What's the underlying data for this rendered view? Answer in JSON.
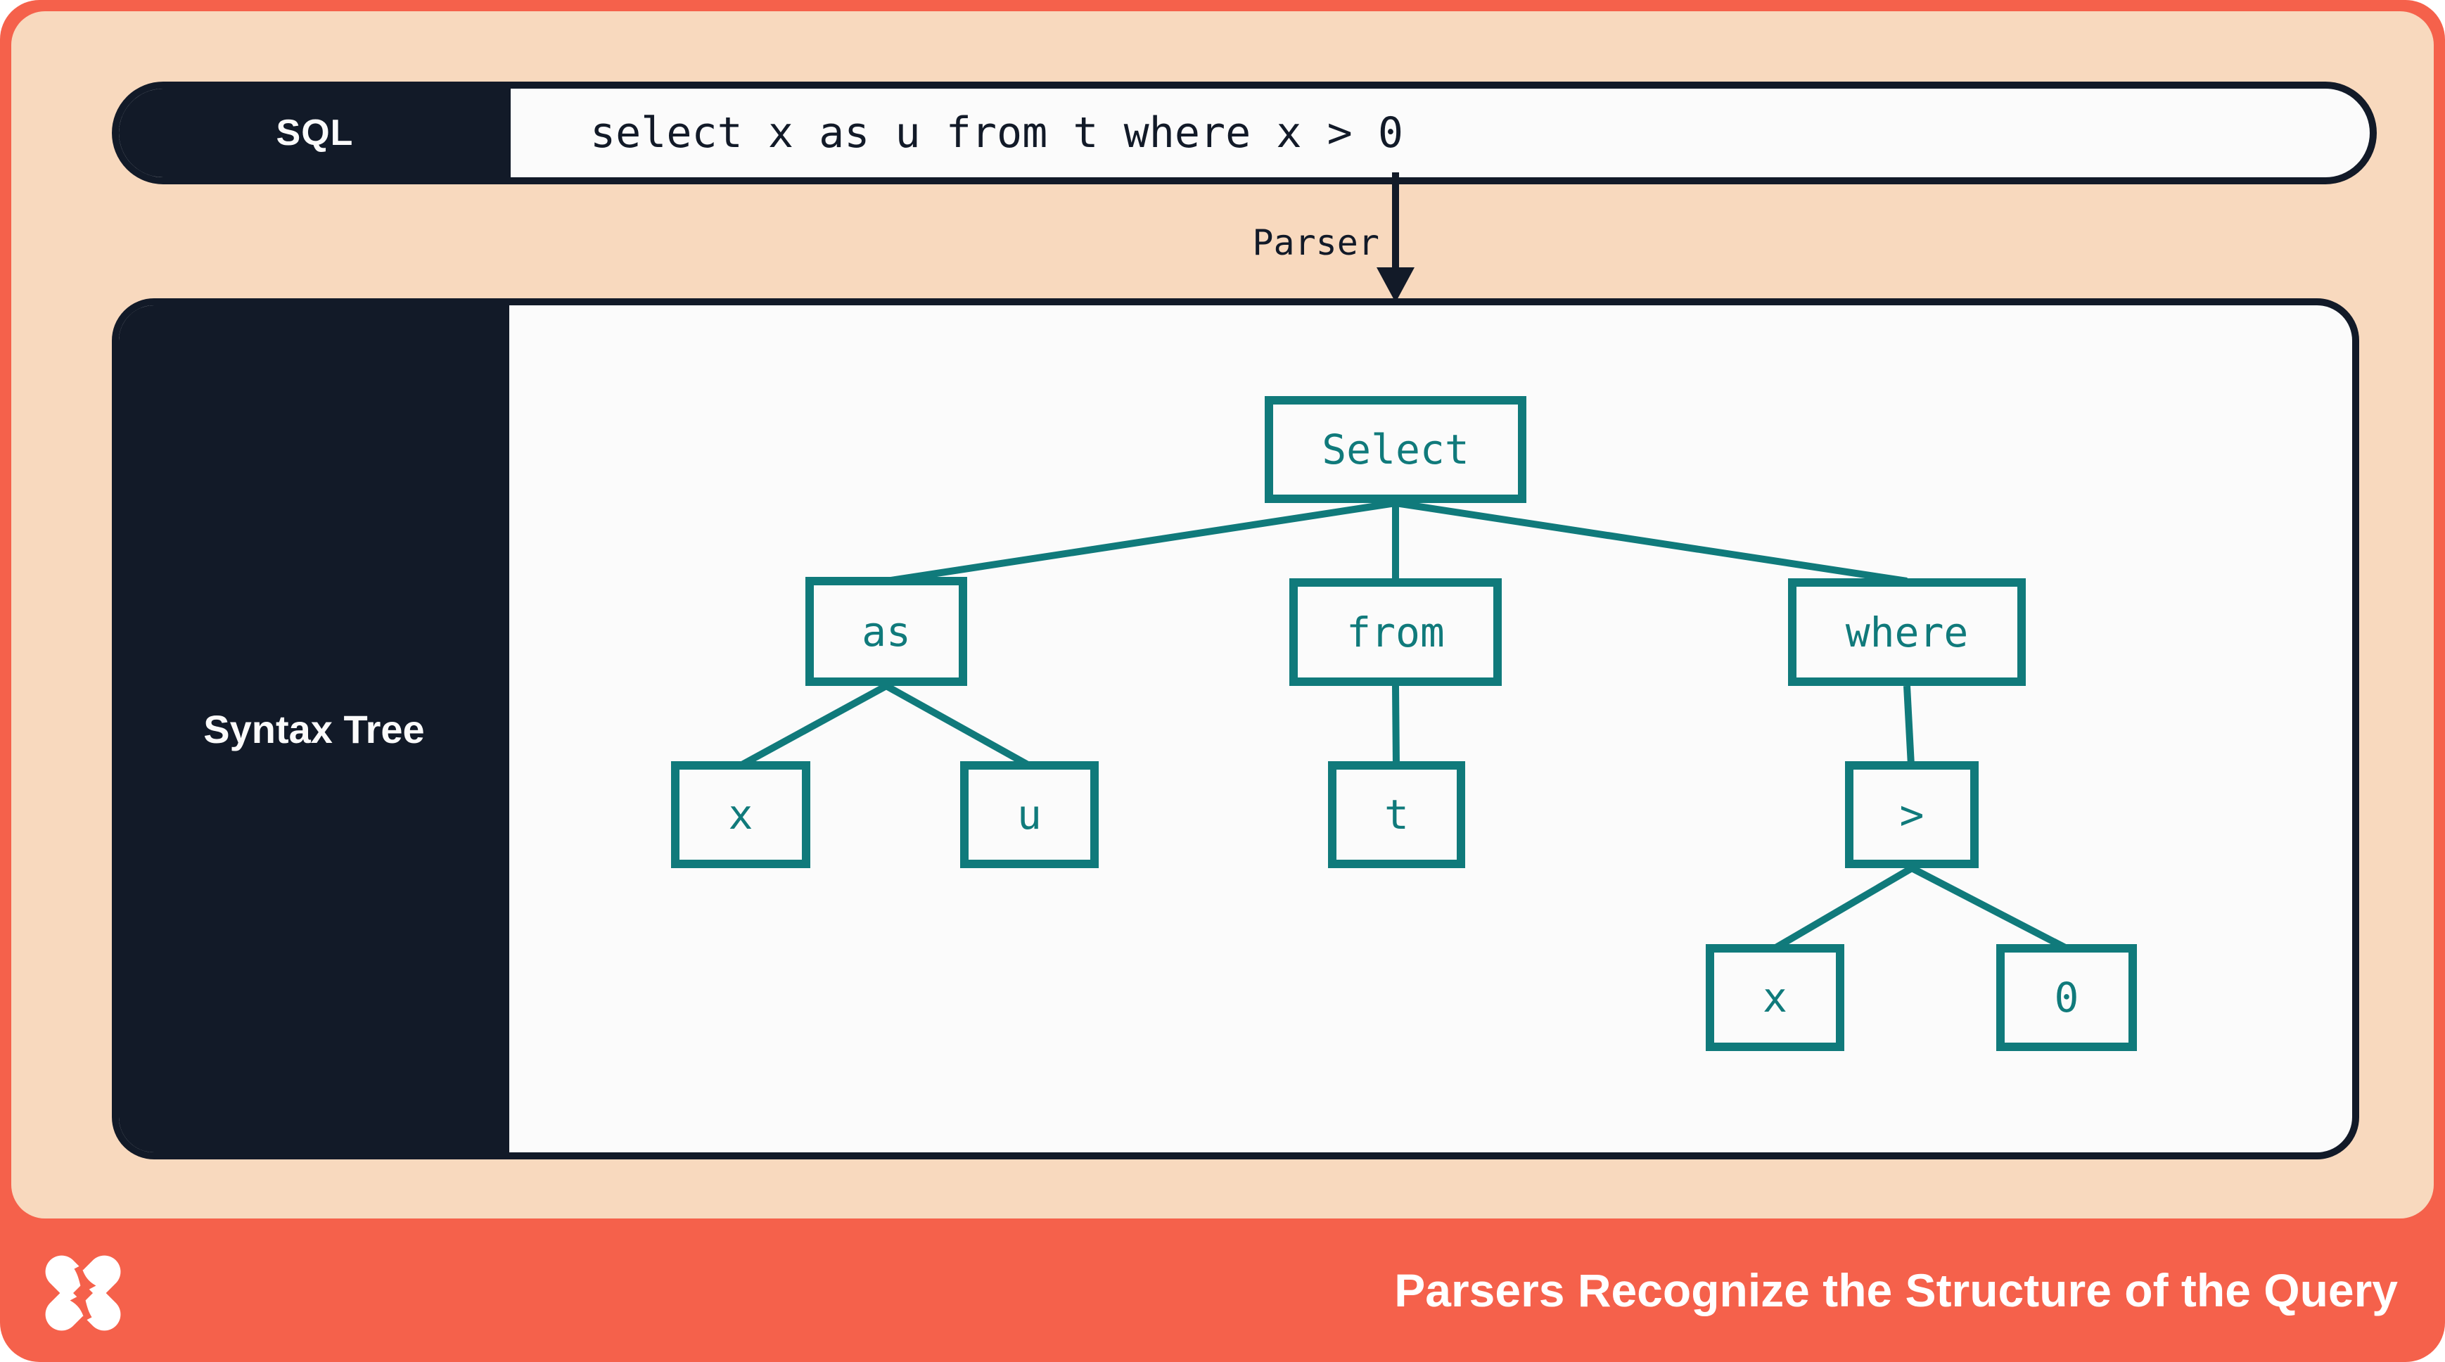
{
  "slide": {
    "sql_bar": {
      "label": "SQL",
      "query": "select x as u from t where x > 0"
    },
    "parser_label": "Parser",
    "tree_panel_label": "Syntax Tree",
    "tree": {
      "type": "syntax-tree",
      "nodes": [
        {
          "id": "select",
          "label": "Select"
        },
        {
          "id": "as",
          "label": "as"
        },
        {
          "id": "from",
          "label": "from"
        },
        {
          "id": "where",
          "label": "where"
        },
        {
          "id": "x-alias",
          "label": "x"
        },
        {
          "id": "u",
          "label": "u"
        },
        {
          "id": "t",
          "label": "t"
        },
        {
          "id": "gt",
          "label": ">"
        },
        {
          "id": "x-cond",
          "label": "x"
        },
        {
          "id": "zero",
          "label": "0"
        }
      ],
      "edges": [
        [
          "select",
          "as"
        ],
        [
          "select",
          "from"
        ],
        [
          "select",
          "where"
        ],
        [
          "as",
          "x-alias"
        ],
        [
          "as",
          "u"
        ],
        [
          "from",
          "t"
        ],
        [
          "where",
          "gt"
        ],
        [
          "gt",
          "x-cond"
        ],
        [
          "gt",
          "zero"
        ]
      ]
    },
    "footer": {
      "caption": "Parsers Recognize the Structure of the Query",
      "logo": "dolt-x-logo"
    },
    "colors": {
      "coral": "#F5614B",
      "peach": "#F8D9BE",
      "navy": "#121A28",
      "teal": "#107A7B",
      "offwhite": "#FBFBFB"
    }
  }
}
